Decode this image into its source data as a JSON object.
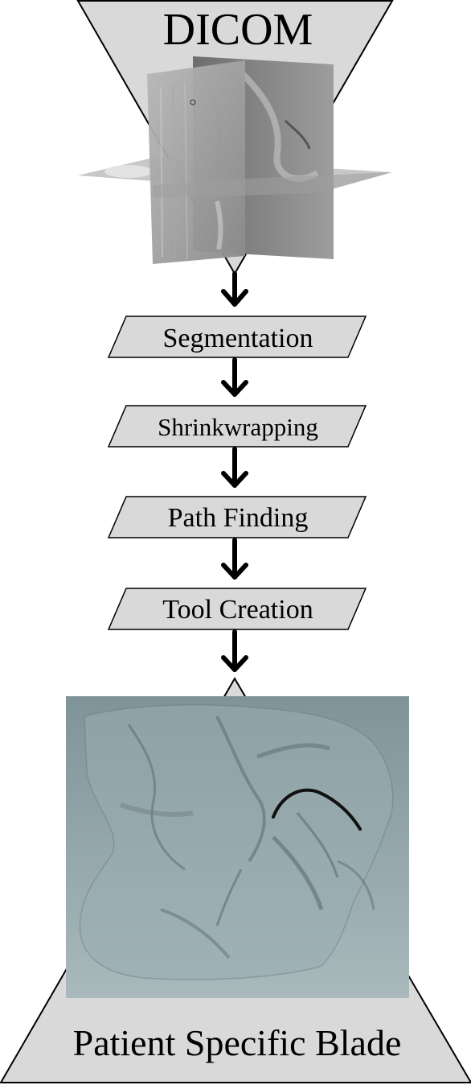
{
  "title": "DICOM",
  "steps": [
    {
      "label": "Segmentation"
    },
    {
      "label": "Shrinkwrapping"
    },
    {
      "label": "Path Finding"
    },
    {
      "label": "Tool Creation"
    }
  ],
  "output": "Patient Specific Blade",
  "colors": {
    "shape_fill": "#d9d9d9",
    "stroke": "#000000",
    "render_bg": "#8fa3a8",
    "blade": "#111111"
  }
}
